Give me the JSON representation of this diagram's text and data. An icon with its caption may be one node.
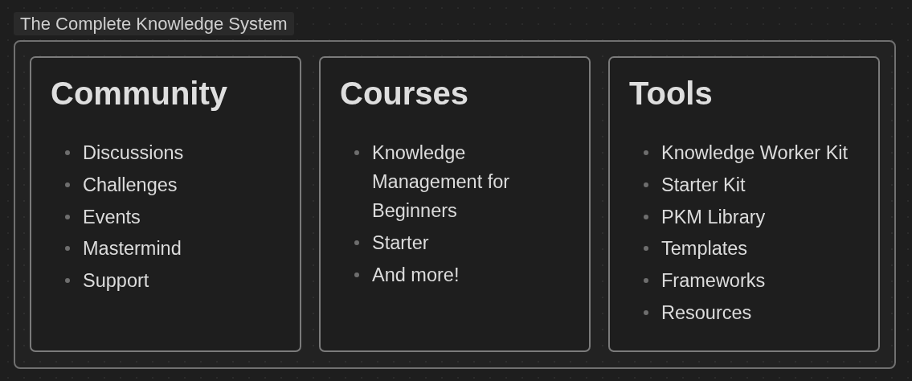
{
  "diagram": {
    "nodes": [
      {
        "text": [
          "The Complete Knowledge System"
        ]
      },
      {
        "text": [
          "Community",
          "Discussions",
          "Challenges",
          "Events",
          "Mastermind",
          "Support"
        ],
        "in": 0
      },
      {
        "text": [
          "Courses",
          "Knowledge Management for Beginners",
          "Starter",
          "And more!"
        ],
        "in": 0
      },
      {
        "text": [
          "Tools",
          "Knowledge Worker Kit",
          "Starter Kit",
          "PKM Library",
          "Templates",
          "Frameworks",
          "Resources"
        ],
        "in": 0
      }
    ]
  }
}
